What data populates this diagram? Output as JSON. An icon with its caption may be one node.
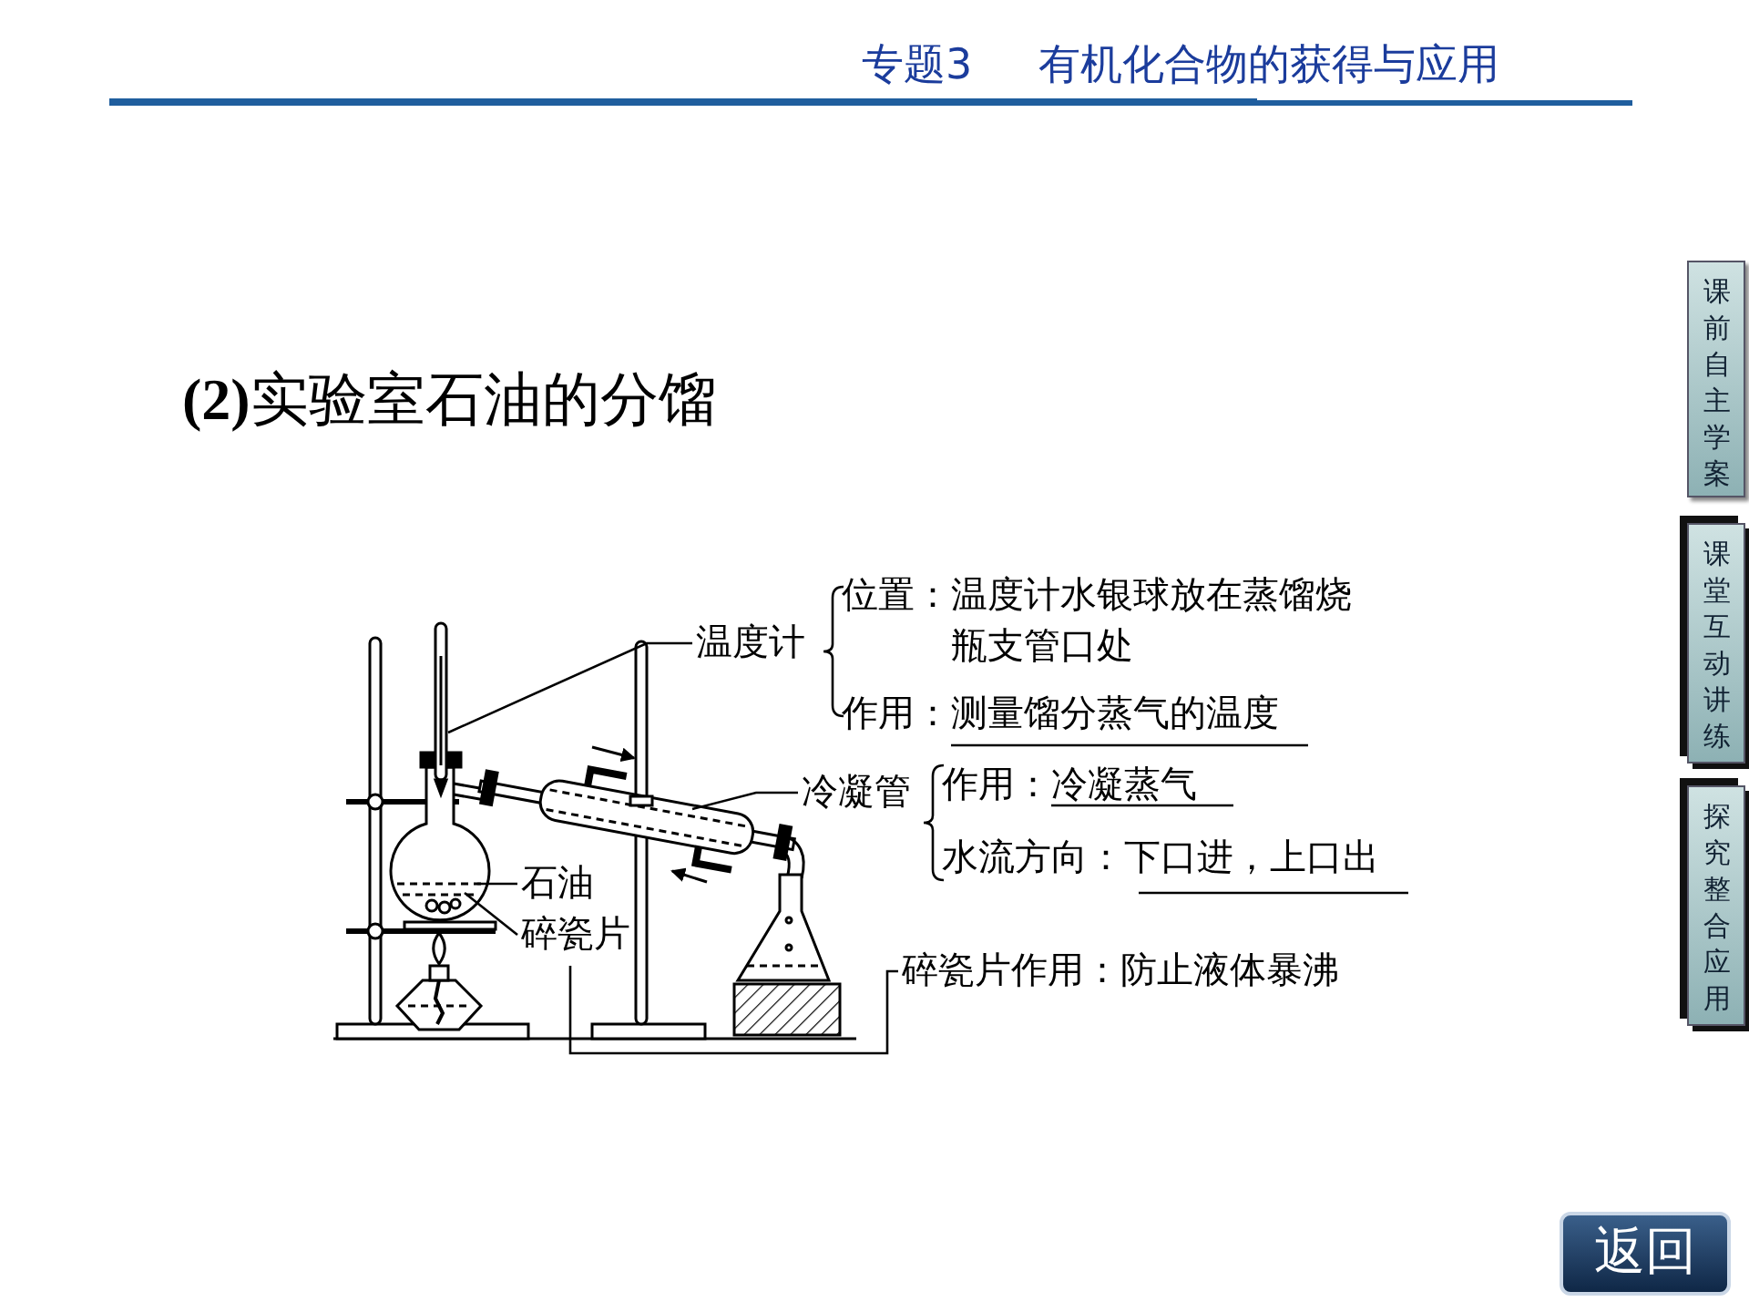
{
  "diagram": {
    "title": "**(2)**实验室石油的分馏",
    "nodes": [
      {
        "text": [
          "温度计"
        ]
      },
      {
        "text": [
          "位置：温度计水银球放在蒸馏烧瓶支管口处"
        ]
      },
      {
        "text": [
          "作用：测量馏分蒸气的温度"
        ]
      },
      {
        "text": [
          "冷凝管"
        ]
      },
      {
        "text": [
          "作用：冷凝蒸气"
        ]
      },
      {
        "text": [
          "水流方向：下口进，上口出"
        ]
      },
      {
        "text": [
          "石油"
        ]
      },
      {
        "text": [
          "碎瓷片"
        ]
      },
      {
        "text": [
          "碎瓷片作用：防止液体暴沸"
        ]
      },
      {
        "text": [
          "课前自主学案"
        ]
      },
      {
        "text": [
          "课堂互动讲练"
        ]
      },
      {
        "text": [
          "探究整合应用"
        ]
      },
      {
        "text": [
          "返回"
        ]
      }
    ],
    "edges": [
      {
        "from": 0,
        "to": null,
        "arrow": "none"
      },
      {
        "from": 3,
        "to": null,
        "arrow": "none"
      },
      {
        "from": 6,
        "to": null,
        "arrow": "none"
      },
      {
        "from": 7,
        "to": null,
        "arrow": "none"
      },
      {
        "from": 7,
        "to": 8,
        "arrow": "none"
      }
    ],
    "labels": [
      "专题3",
      "有机化合物的获得与应用"
    ]
  }
}
